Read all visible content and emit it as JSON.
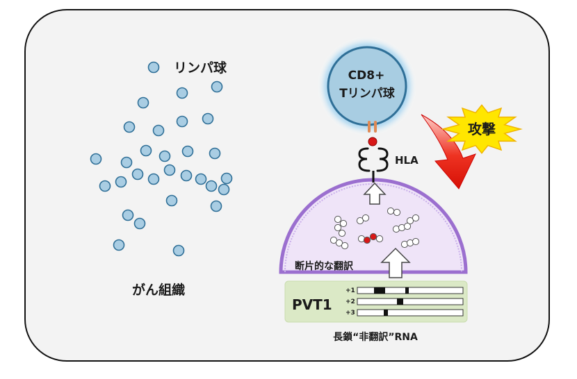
{
  "labels": {
    "lymphocytes": "リンパ球",
    "cancer_tissue": "がん組織",
    "cd8_line1": "CD8+",
    "cd8_line2": "Tリンパ球",
    "attack": "攻撃",
    "hla": "HLA",
    "fragment_translation": "断片的な翻訳",
    "pvt1": "PVT1",
    "frame_plus1": "+1",
    "frame_plus2": "+2",
    "frame_plus3": "+3",
    "lncrna": "長鎖“非翻訳”RNA"
  },
  "colors": {
    "cell_fill": "#a9cde3",
    "cell_stroke": "#2f6f97",
    "tcell_fill": "#a8cde2",
    "tcell_glow": "#7fc0e8",
    "tissue_fill": "#efe4f8",
    "tissue_stroke": "#9b6fcf",
    "panel_bg": "#f3f3f3",
    "rna_box_bg": "#dbe9c6",
    "peptide_red": "#d81818",
    "attack_star": "#ffe600",
    "attack_arrow": "#e8170c"
  },
  "icons": {
    "receptor": "t-cell-receptor-icon",
    "hla": "hla-molecule-icon",
    "arrow_up": "up-arrow-icon",
    "attack_arrow": "curved-arrow-icon",
    "attack_burst": "burst-star-icon"
  }
}
